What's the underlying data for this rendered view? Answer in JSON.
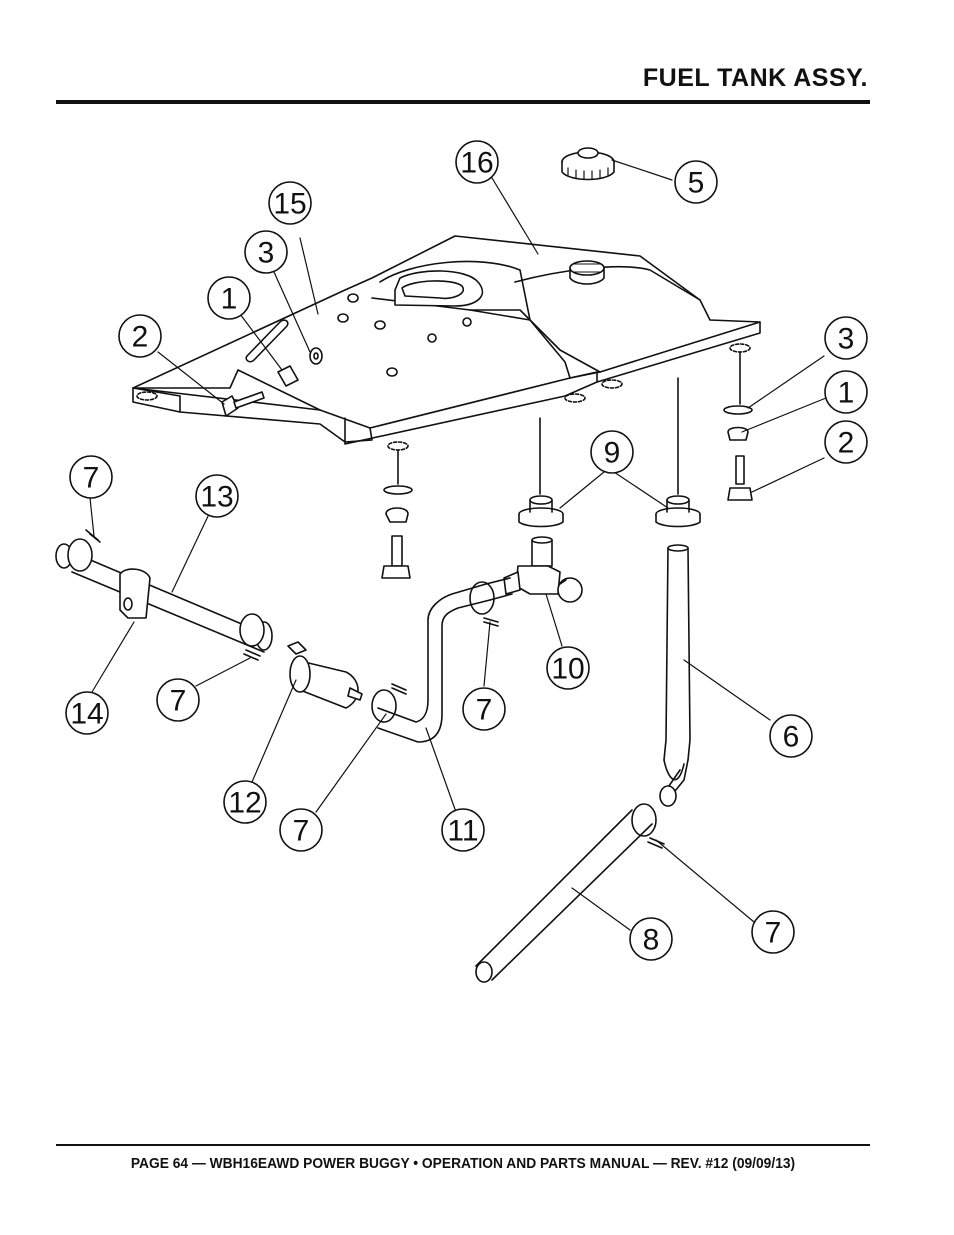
{
  "header": {
    "title": "FUEL TANK ASSY."
  },
  "footer": {
    "text": "PAGE 64 — WBH16EAWD POWER BUGGY • OPERATION AND PARTS MANUAL — REV. #12 (09/09/13)"
  },
  "callouts": [
    {
      "id": "c16",
      "label": "16"
    },
    {
      "id": "c5",
      "label": "5"
    },
    {
      "id": "c15",
      "label": "15"
    },
    {
      "id": "c3a",
      "label": "3"
    },
    {
      "id": "c1a",
      "label": "1"
    },
    {
      "id": "c2a",
      "label": "2"
    },
    {
      "id": "c3b",
      "label": "3"
    },
    {
      "id": "c1b",
      "label": "1"
    },
    {
      "id": "c2b",
      "label": "2"
    },
    {
      "id": "c9",
      "label": "9"
    },
    {
      "id": "c7a",
      "label": "7"
    },
    {
      "id": "c13",
      "label": "13"
    },
    {
      "id": "c10",
      "label": "10"
    },
    {
      "id": "c6",
      "label": "6"
    },
    {
      "id": "c14",
      "label": "14"
    },
    {
      "id": "c7b",
      "label": "7"
    },
    {
      "id": "c7c",
      "label": "7"
    },
    {
      "id": "c12",
      "label": "12"
    },
    {
      "id": "c7d",
      "label": "7"
    },
    {
      "id": "c11",
      "label": "11"
    },
    {
      "id": "c7e",
      "label": "7"
    },
    {
      "id": "c8",
      "label": "8"
    }
  ]
}
